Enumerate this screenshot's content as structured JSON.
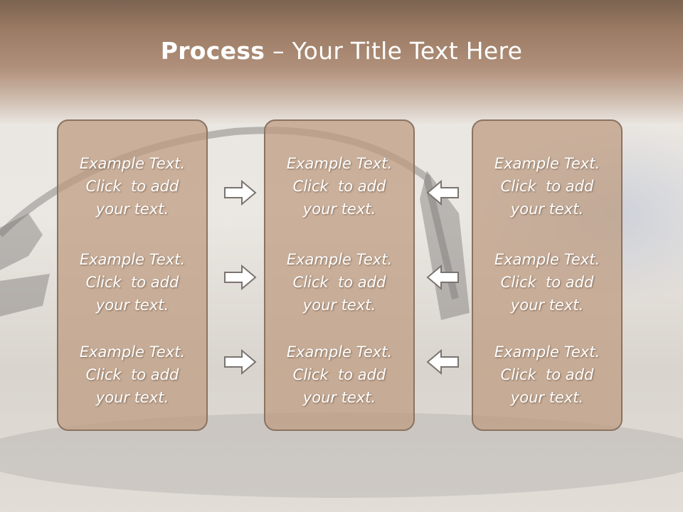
{
  "slide": {
    "title_bold": "Process",
    "title_rest": " – Your Title Text Here",
    "panels": [
      {
        "blocks": [
          [
            "Example Text.",
            "Click  to add",
            "your text."
          ],
          [
            "Example Text.",
            "Click  to add",
            "your text."
          ],
          [
            "Example Text.",
            "Click  to add",
            "your text."
          ]
        ]
      },
      {
        "blocks": [
          [
            "Example Text.",
            "Click  to add",
            "your text."
          ],
          [
            "Example Text.",
            "Click  to add",
            "your text."
          ],
          [
            "Example Text.",
            "Click  to add",
            "your text."
          ]
        ]
      },
      {
        "blocks": [
          [
            "Example Text.",
            "Click  to add",
            "your text."
          ],
          [
            "Example Text.",
            "Click  to add",
            "your text."
          ],
          [
            "Example Text.",
            "Click  to add",
            "your text."
          ]
        ]
      }
    ],
    "arrows": {
      "left_group": "right-arrow-icon",
      "right_group": "left-arrow-icon"
    },
    "colors": {
      "panel_fill": "#be9b80",
      "panel_border": "#8a7361",
      "header_band": "#9a7a63",
      "text": "#ffffff"
    }
  }
}
